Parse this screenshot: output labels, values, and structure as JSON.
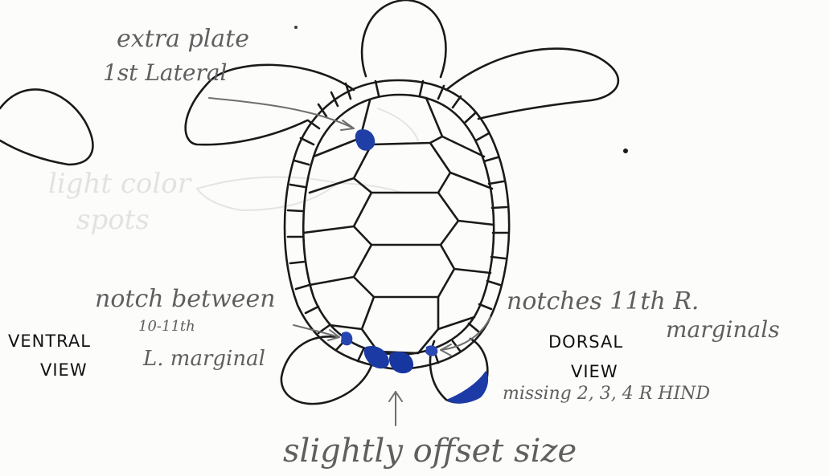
{
  "colors": {
    "ink": "#1a1a1a",
    "pencil": "#6f6f6f",
    "highlight": "#1f3fa6",
    "paper": "#fcfcfb"
  },
  "annotations": {
    "extra_plate_line1": "extra plate",
    "extra_plate_line2": "1st Lateral",
    "notch_between_line1": "notch between",
    "notch_between_line2": "10-11th",
    "notch_between_line3": "L. marginal",
    "notches_line1": "notches 11th R.",
    "notches_line2": "marginals",
    "missing": "missing 2, 3, 4 R HIND",
    "slightly_offset": "slightly offset size"
  },
  "view_labels": {
    "ventral_line1": "VENTRAL",
    "ventral_line2": "VIEW",
    "dorsal_line1": "DORSAL",
    "dorsal_line2": "VIEW"
  },
  "bleed_through_text": {
    "line1": "light color",
    "line2": "spots"
  }
}
